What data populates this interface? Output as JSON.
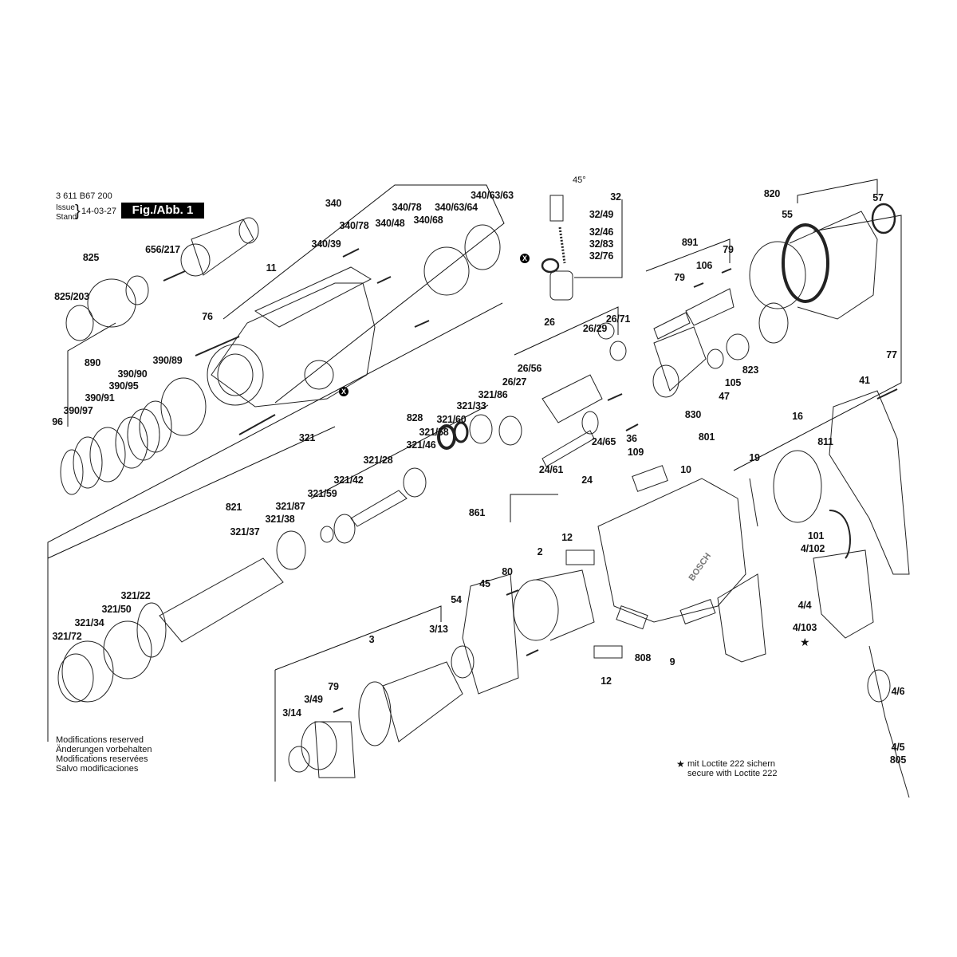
{
  "header": {
    "part_number": "3 611 B67 200",
    "issue_label": "Issue",
    "stand_label": "Stand",
    "issue_date": "14-03-27",
    "figure_label": "Fig./Abb. 1"
  },
  "angle_label": "45°",
  "housing_logo": "BOSCH",
  "x_marker": "X",
  "labels": [
    "340",
    "340/78",
    "340/63/63",
    "340/63/64",
    "340/78",
    "340/48",
    "340/68",
    "340/39",
    "32",
    "32/49",
    "32/46",
    "32/83",
    "32/76",
    "820",
    "57",
    "55",
    "825",
    "656/217",
    "11",
    "825/203",
    "891",
    "79",
    "106",
    "79",
    "76",
    "26",
    "26/29",
    "26/71",
    "890",
    "390/89",
    "390/90",
    "390/95",
    "390/91",
    "390/97",
    "96",
    "26/56",
    "26/27",
    "321/86",
    "321/33",
    "321/60",
    "828",
    "321/58",
    "321/46",
    "321",
    "321/28",
    "321/42",
    "321/59",
    "77",
    "41",
    "823",
    "105",
    "47",
    "830",
    "36",
    "24/65",
    "109",
    "24/61",
    "24",
    "16",
    "811",
    "801",
    "19",
    "10",
    "861",
    "821",
    "321/87",
    "321/38",
    "321/37",
    "12",
    "101",
    "4/102",
    "2",
    "80",
    "45",
    "54",
    "321/22",
    "321/50",
    "321/34",
    "321/72",
    "3",
    "3/13",
    "4/4",
    "4/103",
    "808",
    "9",
    "12",
    "79",
    "3/49",
    "3/14",
    "4/6",
    "4/5",
    "805"
  ],
  "notes": [
    "Modifications reserved",
    "Änderungen vorbehalten",
    "Modifications reservées",
    "Salvo modificaciones"
  ],
  "loctite": {
    "star": "★",
    "line1": "mit Loctite 222 sichern",
    "line2": "secure with Loctite 222"
  },
  "colors": {
    "ink": "#111111",
    "paper": "#ffffff"
  }
}
